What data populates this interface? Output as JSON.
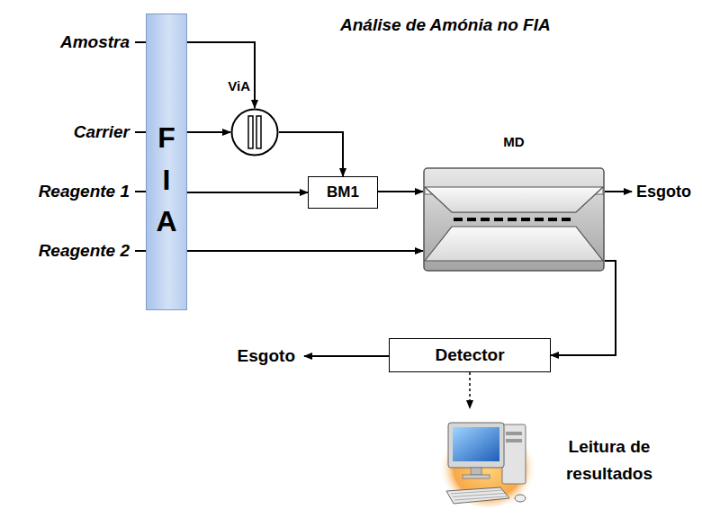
{
  "diagram": {
    "title": "Análise de Amónia no FIA",
    "nodes": [
      {
        "text": [
          "F I A"
        ]
      },
      {
        "text": [
          "ViA"
        ]
      },
      {
        "text": [
          "BM1"
        ]
      },
      {
        "text": [
          "MD"
        ]
      },
      {
        "text": [
          "Detector"
        ]
      },
      {
        "text": [
          "Leitura de resultados"
        ]
      }
    ],
    "edges": [
      {
        "from": 0,
        "to": 1,
        "arrow": "to"
      },
      {
        "from": 0,
        "to": 1,
        "arrow": "to"
      },
      {
        "from": 1,
        "to": 2,
        "arrow": "to"
      },
      {
        "from": 0,
        "to": 2,
        "arrow": "to"
      },
      {
        "from": 2,
        "to": 3,
        "arrow": "to"
      },
      {
        "from": 0,
        "to": 3,
        "arrow": "to"
      },
      {
        "from": 3,
        "to": 4,
        "arrow": "to"
      },
      {
        "from": 4,
        "to": 5,
        "arrow": "to"
      }
    ],
    "labels": [
      "Amostra",
      "Carrier",
      "Reagente 1",
      "Reagente 2",
      "Esgoto",
      "Esgoto"
    ]
  }
}
